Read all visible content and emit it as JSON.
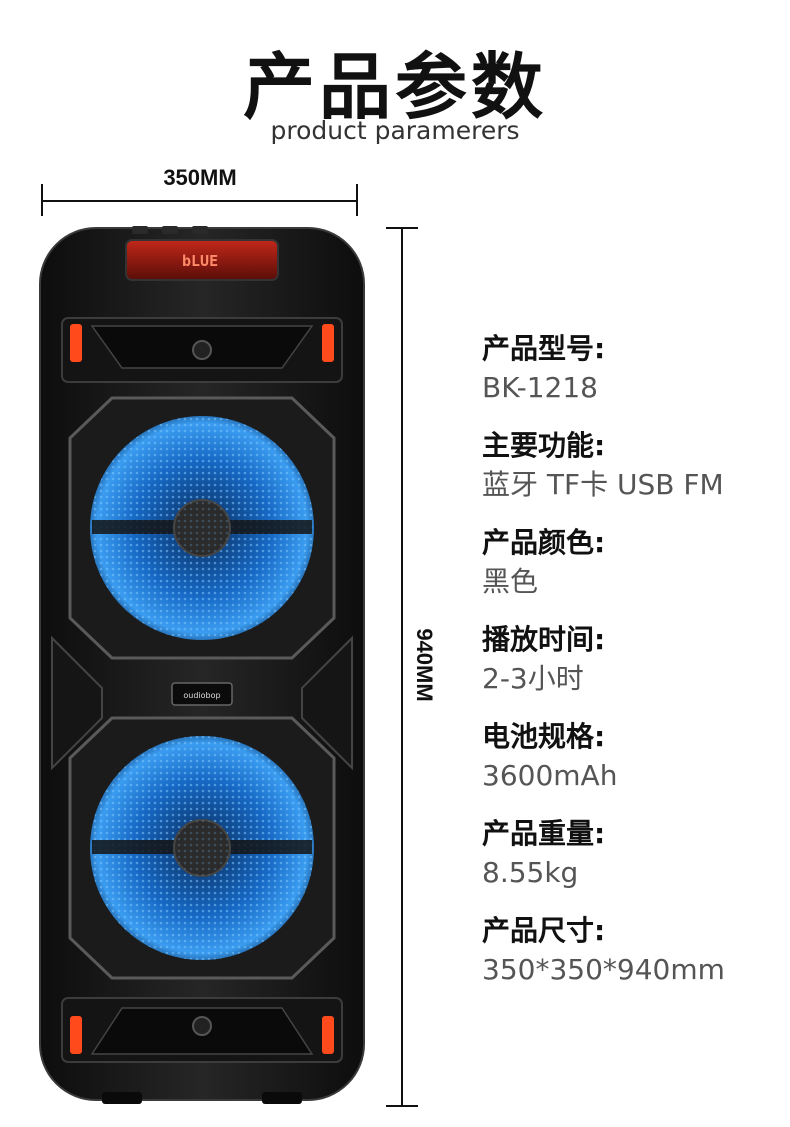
{
  "header": {
    "title": "产品参数",
    "subtitle": "product paramerers"
  },
  "dimensions": {
    "width_label": "350MM",
    "height_label": "940MM"
  },
  "product_image": {
    "display_text": "bLUE",
    "badge_text": "oudiobop",
    "accent_color": "#ff4a1c",
    "glow_color": "#1e7fd8"
  },
  "specs": [
    {
      "label": "产品型号:",
      "value": "BK-1218"
    },
    {
      "label": "主要功能:",
      "value": "蓝牙 TF卡 USB FM"
    },
    {
      "label": "产品颜色:",
      "value": "黑色"
    },
    {
      "label": "播放时间:",
      "value": "2-3小时"
    },
    {
      "label": "电池规格:",
      "value": "3600mAh"
    },
    {
      "label": "产品重量:",
      "value": "8.55kg"
    },
    {
      "label": "产品尺寸:",
      "value": "350*350*940mm"
    }
  ]
}
